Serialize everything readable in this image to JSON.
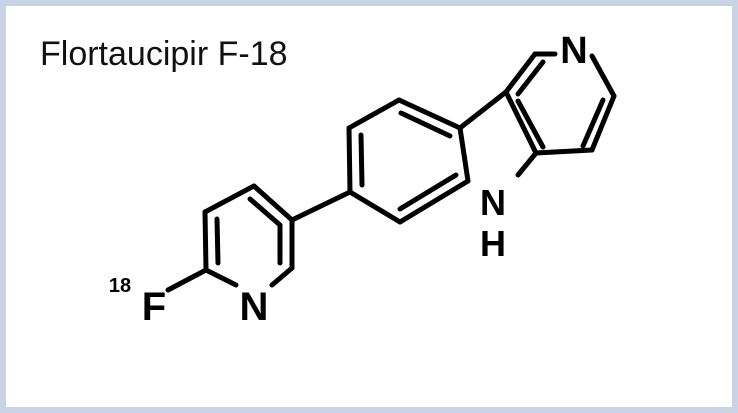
{
  "title": "Flortaucipir F-18",
  "atoms": {
    "pyridine_nitrogen": "N",
    "indole_nitrogen": "N",
    "indole_hydrogen": "H",
    "lower_nitrogen": "N",
    "fluorine": "F",
    "isotope_mass": "18"
  },
  "colors": {
    "frame_border": "#c8d4e6",
    "ink": "#000000"
  }
}
